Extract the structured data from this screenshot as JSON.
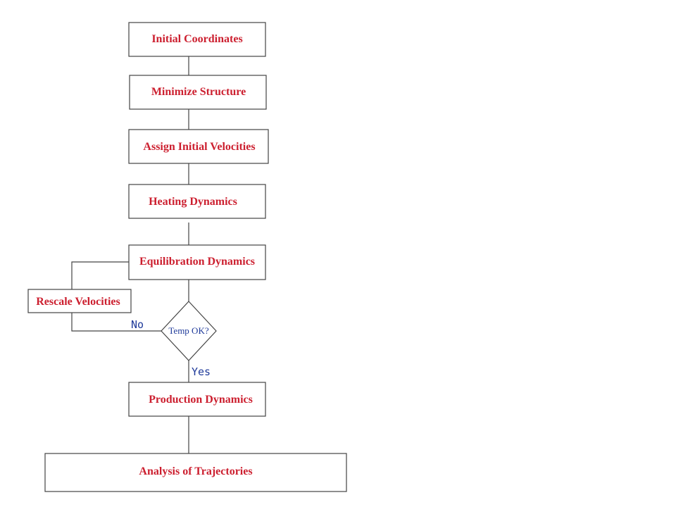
{
  "nodes": {
    "initial_coordinates": "Initial Coordinates",
    "minimize_structure": "Minimize Structure",
    "assign_initial_velocities": "Assign Initial Velocities",
    "heating_dynamics": "Heating Dynamics",
    "equilibration_dynamics": "Equilibration Dynamics",
    "rescale_velocities": "Rescale Velocities",
    "temp_ok": "Temp OK?",
    "production_dynamics": "Production Dynamics",
    "analysis_of_trajectories": "Analysis of Trajectories"
  },
  "edges": {
    "no_label": "No",
    "yes_label": "Yes"
  },
  "colors": {
    "box_text": "#cc1f2f",
    "decision_text": "#1f3a9a",
    "lines": "#444444"
  }
}
